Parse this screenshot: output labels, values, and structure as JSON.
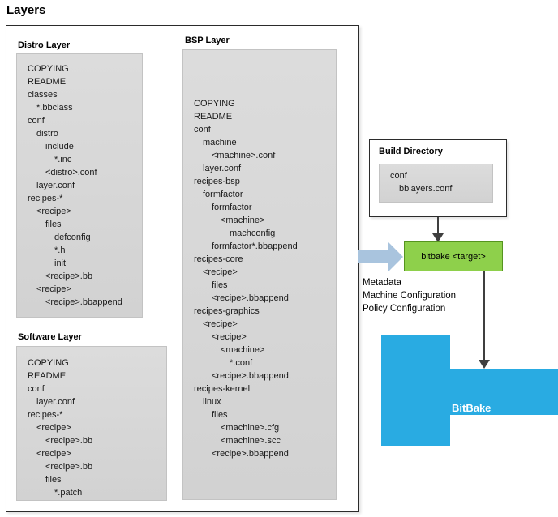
{
  "title": "Layers",
  "colors": {
    "bitbake_green": "#8ED04B",
    "bitbake_blue": "#29ABE2",
    "arrow_blue": "#A9C4DE",
    "arrow_dark": "#3f3f3f",
    "layer_box_fill": "#d6d6d6"
  },
  "distro_layer": {
    "label": "Distro Layer",
    "items": [
      {
        "text": "COPYING",
        "indent": 0
      },
      {
        "text": "README",
        "indent": 0
      },
      {
        "text": "classes",
        "indent": 0
      },
      {
        "text": "*.bbclass",
        "indent": 1
      },
      {
        "text": "conf",
        "indent": 0
      },
      {
        "text": "distro",
        "indent": 1
      },
      {
        "text": "include",
        "indent": 2
      },
      {
        "text": "*.inc",
        "indent": 3
      },
      {
        "text": "<distro>.conf",
        "indent": 2
      },
      {
        "text": "layer.conf",
        "indent": 1
      },
      {
        "text": "recipes-*",
        "indent": 0
      },
      {
        "text": "<recipe>",
        "indent": 1
      },
      {
        "text": "files",
        "indent": 2
      },
      {
        "text": "defconfig",
        "indent": 3
      },
      {
        "text": "*.h",
        "indent": 3
      },
      {
        "text": "init",
        "indent": 3
      },
      {
        "text": "<recipe>.bb",
        "indent": 2
      },
      {
        "text": "<recipe>",
        "indent": 1
      },
      {
        "text": "<recipe>.bbappend",
        "indent": 2
      }
    ]
  },
  "bsp_layer": {
    "label": "BSP Layer",
    "items": [
      {
        "text": "COPYING",
        "indent": 0
      },
      {
        "text": "README",
        "indent": 0
      },
      {
        "text": "conf",
        "indent": 0
      },
      {
        "text": "machine",
        "indent": 1
      },
      {
        "text": "<machine>.conf",
        "indent": 2
      },
      {
        "text": "layer.conf",
        "indent": 1
      },
      {
        "text": "recipes-bsp",
        "indent": 0
      },
      {
        "text": "formfactor",
        "indent": 1
      },
      {
        "text": "formfactor",
        "indent": 2
      },
      {
        "text": "<machine>",
        "indent": 3
      },
      {
        "text": "machconfig",
        "indent": 4
      },
      {
        "text": "formfactor*.bbappend",
        "indent": 2
      },
      {
        "text": "recipes-core",
        "indent": 0
      },
      {
        "text": "<recipe>",
        "indent": 1
      },
      {
        "text": "files",
        "indent": 2
      },
      {
        "text": "<recipe>.bbappend",
        "indent": 2
      },
      {
        "text": "recipes-graphics",
        "indent": 0
      },
      {
        "text": "<recipe>",
        "indent": 1
      },
      {
        "text": "<recipe>",
        "indent": 2
      },
      {
        "text": "<machine>",
        "indent": 3
      },
      {
        "text": "*.conf",
        "indent": 4
      },
      {
        "text": "<recipe>.bbappend",
        "indent": 2
      },
      {
        "text": "recipes-kernel",
        "indent": 0
      },
      {
        "text": "linux",
        "indent": 1
      },
      {
        "text": "files",
        "indent": 2
      },
      {
        "text": "<machine>.cfg",
        "indent": 3
      },
      {
        "text": "<machine>.scc",
        "indent": 3
      },
      {
        "text": "<recipe>.bbappend",
        "indent": 2
      }
    ]
  },
  "software_layer": {
    "label": "Software Layer",
    "items": [
      {
        "text": "COPYING",
        "indent": 0
      },
      {
        "text": "README",
        "indent": 0
      },
      {
        "text": "conf",
        "indent": 0
      },
      {
        "text": "layer.conf",
        "indent": 1
      },
      {
        "text": "recipes-*",
        "indent": 0
      },
      {
        "text": "<recipe>",
        "indent": 1
      },
      {
        "text": "<recipe>.bb",
        "indent": 2
      },
      {
        "text": "<recipe>",
        "indent": 1
      },
      {
        "text": "<recipe>.bb",
        "indent": 2
      },
      {
        "text": "files",
        "indent": 2
      },
      {
        "text": "*.patch",
        "indent": 3
      }
    ]
  },
  "build_directory": {
    "label": "Build Directory",
    "items": [
      {
        "text": "conf",
        "indent": 0
      },
      {
        "text": "bblayers.conf",
        "indent": 1
      }
    ]
  },
  "bitbake_target": {
    "label": "bitbake <target>"
  },
  "flow_labels": {
    "lines": [
      "Metadata",
      "Machine Configuration",
      "Policy Configuration"
    ]
  },
  "bitbake": {
    "label": "BitBake"
  }
}
